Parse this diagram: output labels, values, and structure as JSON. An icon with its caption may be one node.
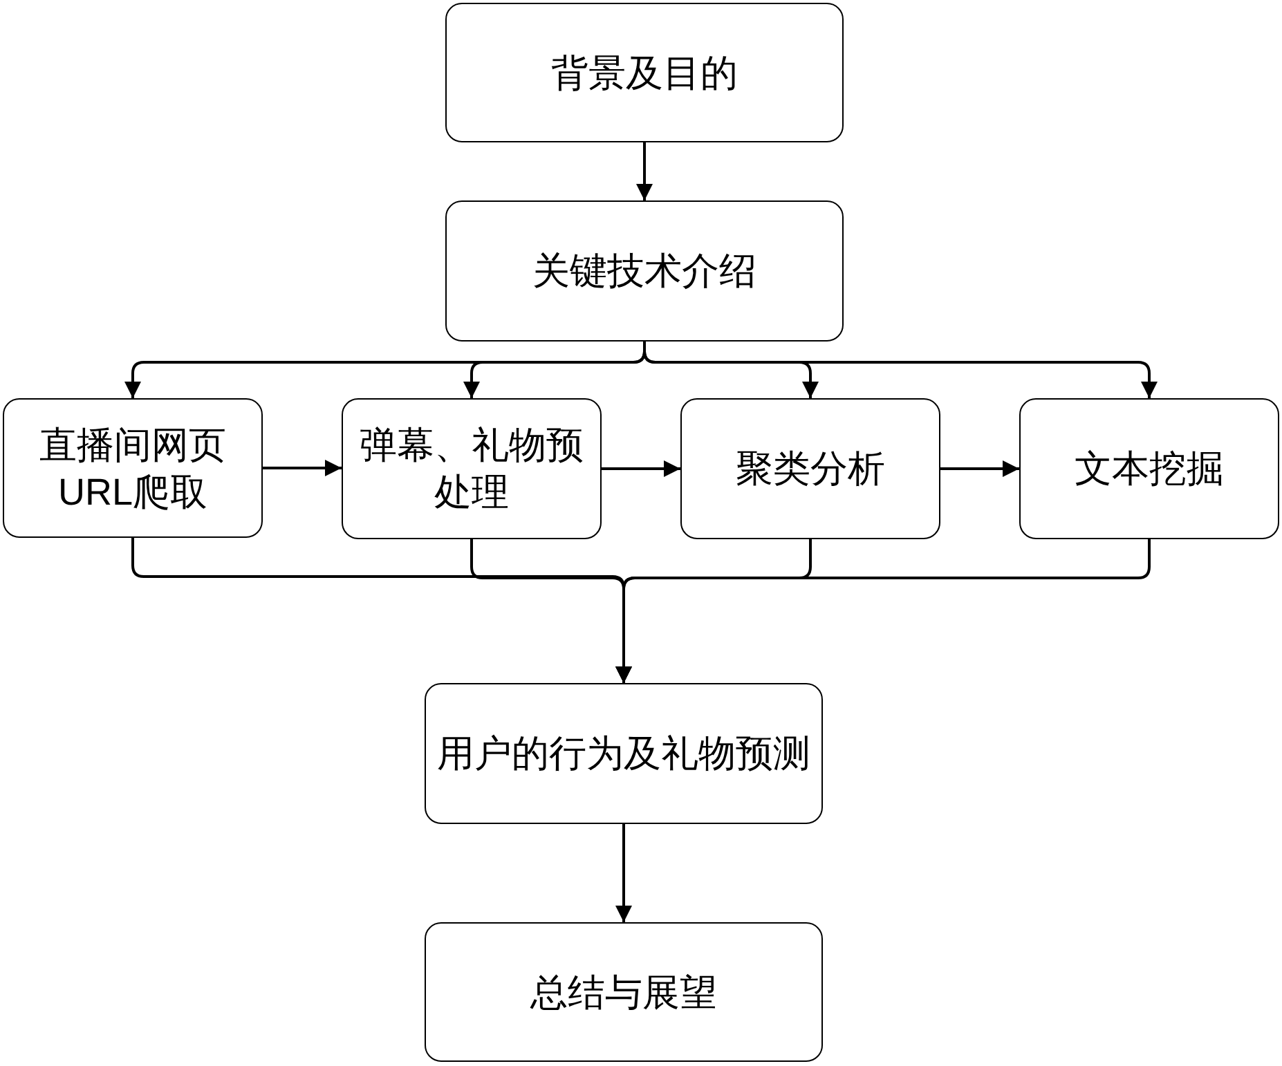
{
  "diagram": {
    "nodes": [
      {
        "text": [
          "背景及目的"
        ]
      },
      {
        "text": [
          "关键技术介绍"
        ]
      },
      {
        "text": [
          "直播间网页URL爬取"
        ]
      },
      {
        "text": [
          "弹幕、礼物预处理"
        ]
      },
      {
        "text": [
          "聚类分析"
        ]
      },
      {
        "text": [
          "文本挖掘"
        ]
      },
      {
        "text": [
          "用户的行为及礼物预测"
        ]
      },
      {
        "text": [
          "总结与展望"
        ]
      }
    ],
    "edges": [
      {
        "from": 0,
        "to": 1,
        "arrow": "to"
      },
      {
        "from": 1,
        "to": 2,
        "arrow": "to"
      },
      {
        "from": 1,
        "to": 3,
        "arrow": "to"
      },
      {
        "from": 1,
        "to": 4,
        "arrow": "to"
      },
      {
        "from": 1,
        "to": 5,
        "arrow": "to"
      },
      {
        "from": 2,
        "to": 3,
        "arrow": "to"
      },
      {
        "from": 3,
        "to": 4,
        "arrow": "to"
      },
      {
        "from": 4,
        "to": 5,
        "arrow": "to"
      },
      {
        "from": 2,
        "to": 6,
        "arrow": "to"
      },
      {
        "from": 3,
        "to": 6,
        "arrow": "to"
      },
      {
        "from": 4,
        "to": 6,
        "arrow": "to"
      },
      {
        "from": 5,
        "to": 6,
        "arrow": "to"
      },
      {
        "from": 6,
        "to": 7,
        "arrow": "to"
      }
    ]
  }
}
